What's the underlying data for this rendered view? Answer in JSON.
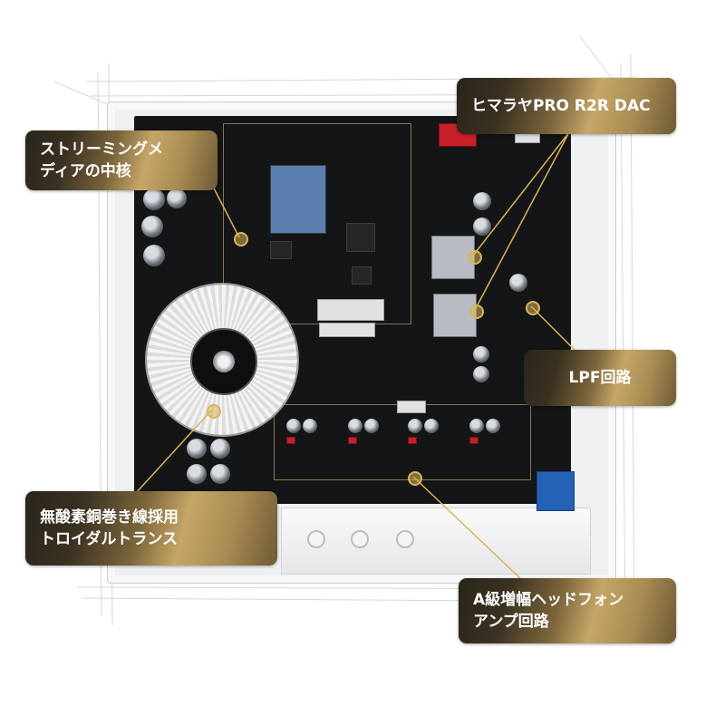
{
  "callouts": {
    "streaming": "ストリーミングメ\nディアの中核",
    "dac": "ヒマラヤPRO R2R DAC",
    "lpf": "LPF回路",
    "transformer": "無酸素銅巻き線採用\nトロイダルトランス",
    "amp": "A級増幅ヘッドフォン\nアンプ回路"
  },
  "colors": {
    "label_gold": "#c6a667",
    "label_dark": "#2a241a",
    "board": "#141516",
    "leader_line": "#d8b45a"
  },
  "icons": [
    "toroidal-transformer",
    "circuit-board",
    "callout-dot"
  ]
}
